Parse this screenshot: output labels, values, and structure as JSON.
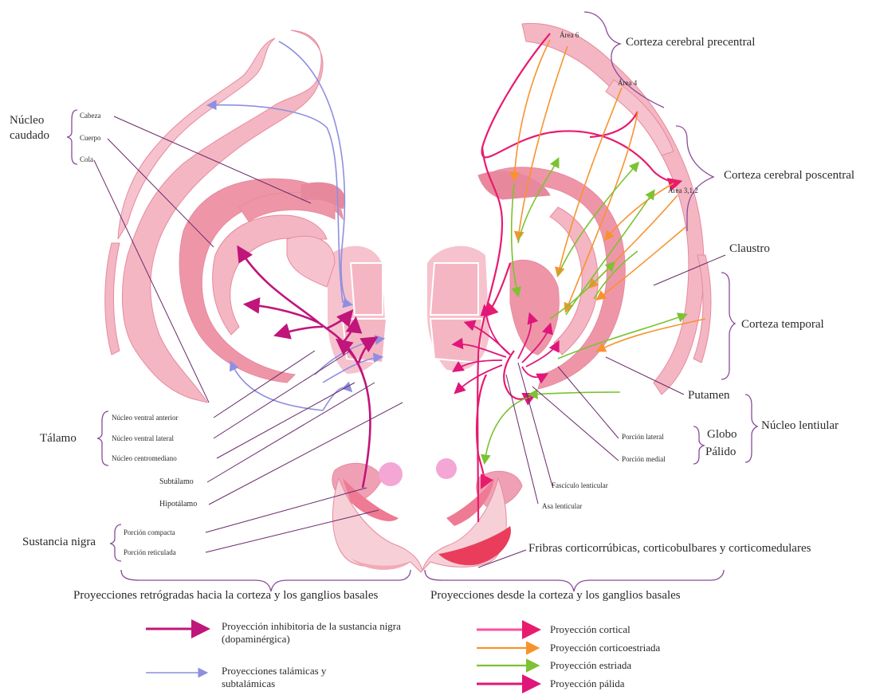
{
  "left_labels": {
    "nucleo_caudado": "Núcleo caudado",
    "cabeza": "Cabeza",
    "cuerpo": "Cuerpo",
    "cola": "Cola",
    "talamo": "Tálamo",
    "nucleo_ventral_anterior": "Núcleo ventral anterior",
    "nucleo_ventral_lateral": "Núcleo ventral lateral",
    "nucleo_centromediano": "Núcleo centromediano",
    "subtalamo": "Subtálamo",
    "hipotalamo": "Hipotálamo",
    "sustancia_nigra": "Sustancia nigra",
    "porcion_compacta": "Porción compacta",
    "porcion_reticulada": "Porción reticulada"
  },
  "right_labels": {
    "area6": "Área 6",
    "corteza_precentral": "Corteza cerebral precentral",
    "area4": "Área 4",
    "area312": "Área 3,1,2",
    "corteza_poscentral": "Corteza cerebral poscentral",
    "claustro": "Claustro",
    "corteza_temporal": "Corteza temporal",
    "putamen": "Putamen",
    "nucleo_lentiular": "Núcleo lentiular",
    "porcion_lateral": "Porción lateral",
    "porcion_medial": "Porción medial",
    "globo": "Globo",
    "palido": "Pálido",
    "fasciculo_lenticular": "Fascículo lenticular",
    "asa_lenticular": "Asa lenticular",
    "fibras": "Fribras corticorrúbicas, corticobulbares y corticomedulares"
  },
  "captions": {
    "left": "Proyecciones retrógradas hacia la corteza y los ganglios basales",
    "right": "Proyecciones desde la corteza y los ganglios basales"
  },
  "legend": {
    "left": [
      {
        "label": "Proyección inhibitoria de la sustancia nigra (dopaminérgica)",
        "color": "#c0157a"
      },
      {
        "label": "Proyecciones talámicas y subtalámicas",
        "color": "#8f8fe0"
      }
    ],
    "right": [
      {
        "label": "Proyección cortical",
        "color": "#ff4fa3"
      },
      {
        "label": "Proyección corticoestriada",
        "color": "#f7932f"
      },
      {
        "label": "Proyección estriada",
        "color": "#7cc232"
      },
      {
        "label": "Proyección pálida",
        "color": "#e0167a"
      }
    ]
  },
  "colors": {
    "tissue": "#f4b6c2",
    "tissue_dark": "#ee96a8",
    "nigra": "#c0157a",
    "thalamic": "#8f8fe0",
    "cortical": "#ff4fa3",
    "corticostriate": "#f7932f",
    "striate": "#7cc232",
    "pallidal": "#e0167a",
    "bracket": "#8a4a9a"
  }
}
